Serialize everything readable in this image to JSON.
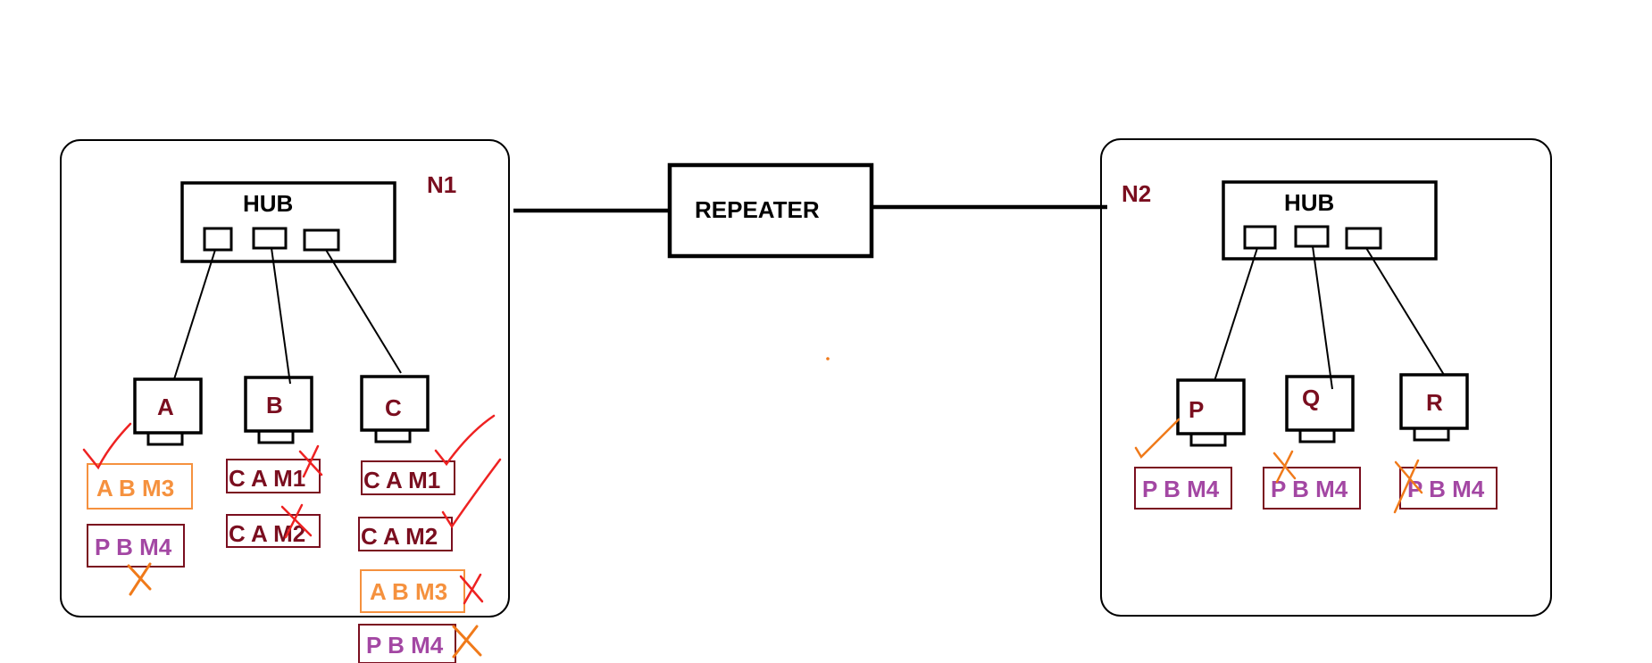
{
  "colors": {
    "line": "#000000",
    "label_dark_red": "#7a0e1f",
    "frame_orange": "#f5913e",
    "frame_purple": "#a347a3",
    "mark_red": "#ee2222",
    "mark_orange": "#f07a1a"
  },
  "network1": {
    "label": "N1",
    "hub_label": "HUB",
    "hosts": [
      "A",
      "B",
      "C"
    ],
    "host_a_frames": [
      {
        "text": "A B M3",
        "style": "orange",
        "mark": "check-red"
      },
      {
        "text": "P B M4",
        "style": "purple",
        "mark": "cross-orange"
      }
    ],
    "host_b_frames": [
      {
        "text": "C A M1",
        "style": "dark",
        "mark": "cross-red"
      },
      {
        "text": "C A M2",
        "style": "dark",
        "mark": "cross-red"
      }
    ],
    "host_c_frames": [
      {
        "text": "C A M1",
        "style": "dark",
        "mark": "check-red"
      },
      {
        "text": "C A M2",
        "style": "dark",
        "mark": "check-red"
      },
      {
        "text": "A B M3",
        "style": "orange",
        "mark": "cross-red"
      },
      {
        "text": "P B M4",
        "style": "purple",
        "mark": "cross-orange"
      }
    ]
  },
  "repeater": {
    "label": "REPEATER"
  },
  "network2": {
    "label": "N2",
    "hub_label": "HUB",
    "hosts": [
      "P",
      "Q",
      "R"
    ],
    "host_p_frames": [
      {
        "text": "P B M4",
        "style": "purple",
        "mark": "check-orange"
      }
    ],
    "host_q_frames": [
      {
        "text": "P B M4",
        "style": "purple",
        "mark": "cross-orange"
      }
    ],
    "host_r_frames": [
      {
        "text": "P B M4",
        "style": "purple",
        "mark": "cross-orange"
      }
    ]
  }
}
